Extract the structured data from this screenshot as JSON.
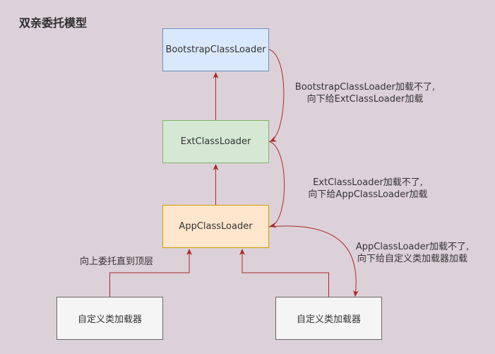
{
  "title": "双亲委托模型",
  "nodes": {
    "bootstrap": "BootstrapClassLoader",
    "ext": "ExtClassLoader",
    "app": "AppClassLoader",
    "custom_left": "自定义类加载器",
    "custom_right": "自定义类加载器"
  },
  "notes": {
    "bootstrap_to_ext": [
      "BootstrapClassLoader加载不了,",
      "向下给ExtClassLoader加载"
    ],
    "ext_to_app": [
      "ExtClassLoader加载不了,",
      "向下给AppClassLoader加载"
    ],
    "app_to_custom": [
      "AppClassLoader加载不了,",
      "向下给自定义类加载器加载"
    ],
    "delegate_up": "向上委托直到顶层"
  },
  "colors": {
    "background": "#ddd1d9",
    "edge": "#a52a2a",
    "bootstrap_fill": "#dae8fc",
    "bootstrap_stroke": "#6c8ebf",
    "ext_fill": "#d5e8d4",
    "ext_stroke": "#82b366",
    "app_fill": "#ffe6cc",
    "app_stroke": "#d79b00",
    "custom_fill": "#f5f5f5",
    "custom_stroke": "#666666"
  }
}
